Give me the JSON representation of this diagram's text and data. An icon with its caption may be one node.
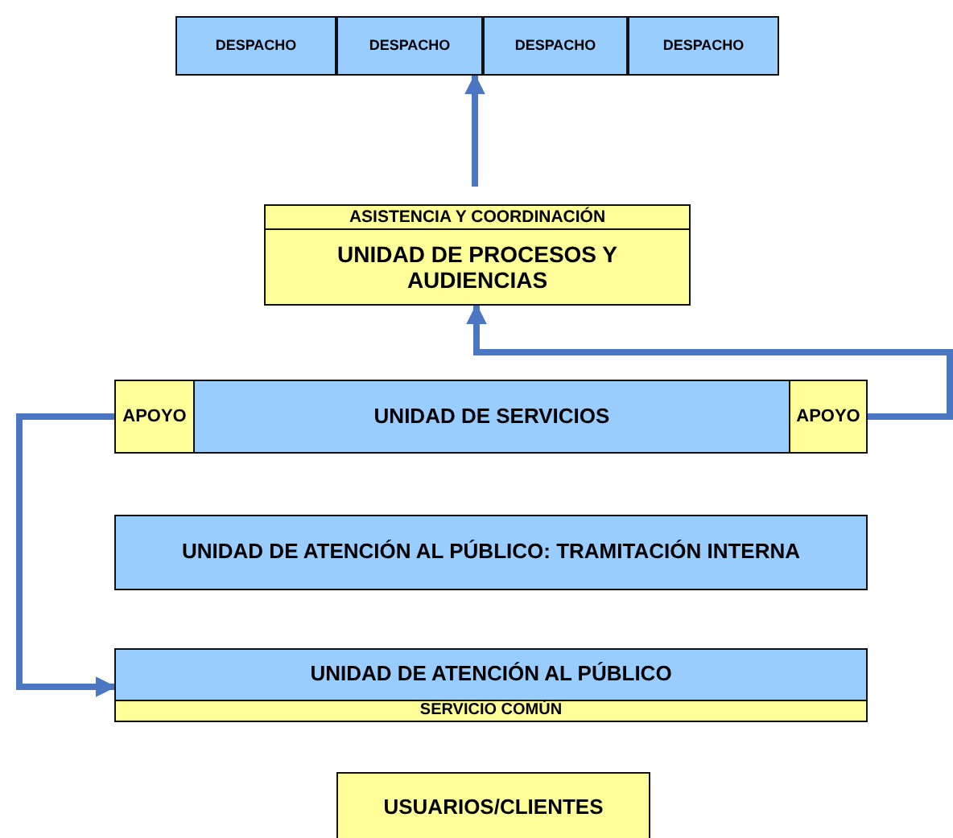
{
  "diagram": {
    "nodes": [
      {
        "text": [
          "DESPACHO"
        ]
      },
      {
        "text": [
          "DESPACHO"
        ]
      },
      {
        "text": [
          "DESPACHO"
        ]
      },
      {
        "text": [
          "DESPACHO"
        ]
      },
      {
        "text": [
          "ASISTENCIA Y COORDINACIÓN"
        ]
      },
      {
        "text": [
          "UNIDAD DE PROCESOS Y AUDIENCIAS"
        ]
      },
      {
        "text": [
          "APOYO"
        ]
      },
      {
        "text": [
          "UNIDAD DE SERVICIOS"
        ]
      },
      {
        "text": [
          "APOYO"
        ]
      },
      {
        "text": [
          "UNIDAD DE ATENCIÓN AL PÚBLICO: TRAMITACIÓN INTERNA"
        ]
      },
      {
        "text": [
          "UNIDAD DE ATENCIÓN AL PÚBLICO"
        ]
      },
      {
        "text": [
          "SERVICIO COMÚN"
        ]
      },
      {
        "text": [
          "USUARIOS/CLIENTES"
        ]
      }
    ],
    "edges": [
      {
        "from": 4,
        "to": 1,
        "arrow": "to"
      },
      {
        "from": 8,
        "to": 5,
        "arrow": "to"
      },
      {
        "from": 6,
        "to": 10,
        "arrow": "to"
      }
    ]
  }
}
